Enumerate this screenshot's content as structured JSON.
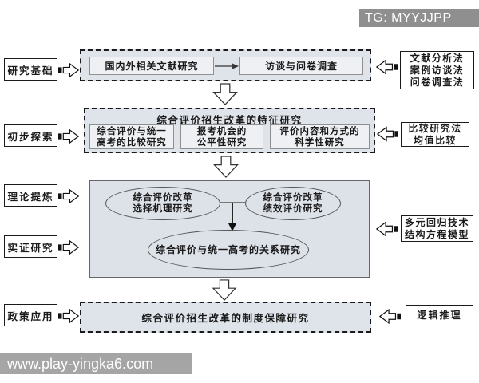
{
  "overlays": {
    "tg_badge": "TG: MYYJJPP",
    "watermark": "www.play-yingka6.com"
  },
  "stages": [
    {
      "label": "研究基础"
    },
    {
      "label": "初步探索"
    },
    {
      "label": "理论提炼"
    },
    {
      "label": "实证研究"
    },
    {
      "label": "政策应用"
    }
  ],
  "methods": [
    {
      "label": "文献分析法\n案例访谈法\n问卷调查法"
    },
    {
      "label": "比较研究法\n均值比较"
    },
    {
      "label": "多元回归技术\n结构方程模型"
    },
    {
      "label": "逻辑推理"
    }
  ],
  "phase1": {
    "box_literature": "国内外相关文献研究",
    "box_interview": "访谈与问卷调查"
  },
  "phase2": {
    "title": "综合评价招生改革的特征研究",
    "box_compare": "综合评价与统一\n高考的比较研究",
    "box_fairness": "报考机会的\n公平性研究",
    "box_scientific": "评价内容和方式的\n科学性研究"
  },
  "phase3": {
    "ellipse_mechanism": "综合评价改革\n选择机理研究",
    "ellipse_performance": "综合评价改革\n绩效评价研究",
    "ellipse_relation": "综合评价与统一高考的关系研究"
  },
  "phase4": {
    "title": "综合评价招生改革的制度保障研究"
  },
  "colors": {
    "container_fill": "#dfe3ea",
    "inner_fill": "#eef0f4",
    "badge_bg": "#8f8f8f",
    "watermark_bg": "#a5a5a5"
  }
}
